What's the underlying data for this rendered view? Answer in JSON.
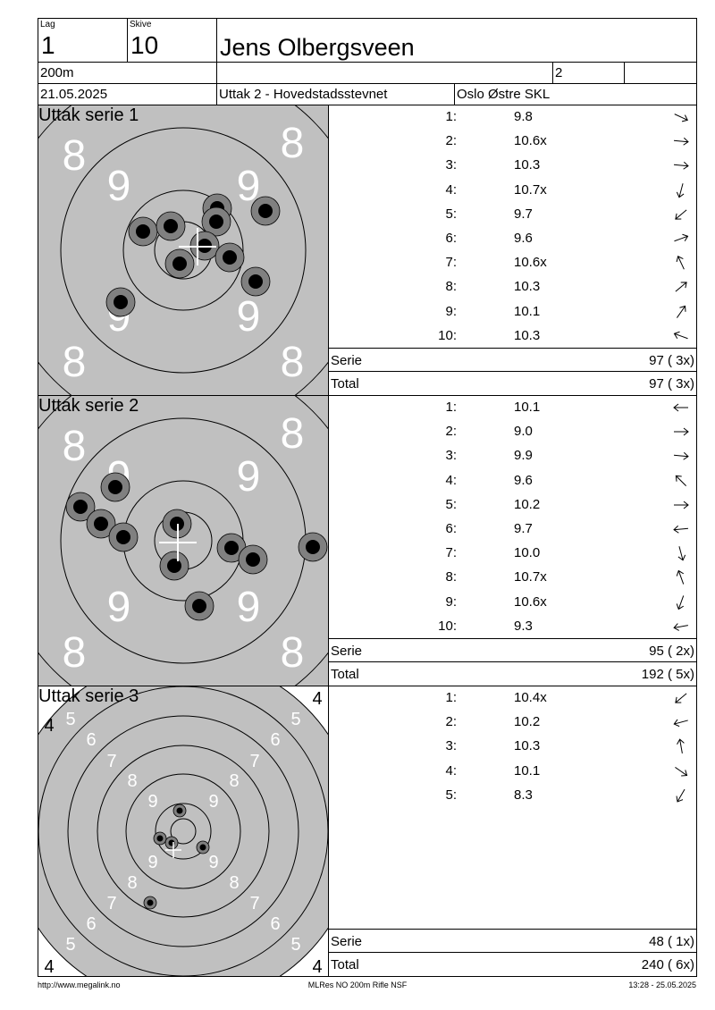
{
  "header": {
    "lag_label": "Lag",
    "lag_value": "1",
    "skive_label": "Skive",
    "skive_value": "10",
    "shooter_name": "Jens Olbergsveen",
    "distance": "200m",
    "class_value": "2",
    "date": "21.05.2025",
    "event": "Uttak 2 - Hovedstadsstevnet",
    "club": "Oslo Østre SKL"
  },
  "series": [
    {
      "title": "Uttak serie 1",
      "shots": [
        {
          "n": "1:",
          "v": "9.8",
          "dir": 25
        },
        {
          "n": "2:",
          "v": "10.6x",
          "dir": 5
        },
        {
          "n": "3:",
          "v": "10.3",
          "dir": 5
        },
        {
          "n": "4:",
          "v": "10.7x",
          "dir": 105
        },
        {
          "n": "5:",
          "v": "9.7",
          "dir": 140
        },
        {
          "n": "6:",
          "v": "9.6",
          "dir": -20
        },
        {
          "n": "7:",
          "v": "10.6x",
          "dir": -115
        },
        {
          "n": "8:",
          "v": "10.3",
          "dir": -40
        },
        {
          "n": "9:",
          "v": "10.1",
          "dir": -55
        },
        {
          "n": "10:",
          "v": "10.3",
          "dir": -160
        }
      ],
      "serie_label": "Serie",
      "serie_value": "97 ( 3x)",
      "total_label": "Total",
      "total_value": "97 ( 3x)"
    },
    {
      "title": "Uttak serie 2",
      "shots": [
        {
          "n": "1:",
          "v": "10.1",
          "dir": 180
        },
        {
          "n": "2:",
          "v": "9.0",
          "dir": 0
        },
        {
          "n": "3:",
          "v": "9.9",
          "dir": 5
        },
        {
          "n": "4:",
          "v": "9.6",
          "dir": -135
        },
        {
          "n": "5:",
          "v": "10.2",
          "dir": 0
        },
        {
          "n": "6:",
          "v": "9.7",
          "dir": 175
        },
        {
          "n": "7:",
          "v": "10.0",
          "dir": 75
        },
        {
          "n": "8:",
          "v": "10.7x",
          "dir": -110
        },
        {
          "n": "9:",
          "v": "10.6x",
          "dir": 110
        },
        {
          "n": "10:",
          "v": "9.3",
          "dir": 170
        }
      ],
      "serie_label": "Serie",
      "serie_value": "95 ( 2x)",
      "total_label": "Total",
      "total_value": "192 ( 5x)"
    },
    {
      "title": "Uttak serie 3",
      "shots": [
        {
          "n": "1:",
          "v": "10.4x",
          "dir": 140
        },
        {
          "n": "2:",
          "v": "10.2",
          "dir": 165
        },
        {
          "n": "3:",
          "v": "10.3",
          "dir": -100
        },
        {
          "n": "4:",
          "v": "10.1",
          "dir": 35
        },
        {
          "n": "5:",
          "v": "8.3",
          "dir": 120
        }
      ],
      "serie_label": "Serie",
      "serie_value": "48 ( 1x)",
      "total_label": "Total",
      "total_value": "240 ( 6x)"
    }
  ],
  "ring_labels": {
    "zoomed_outer": "8",
    "zoomed_inner": "9",
    "full": [
      "4",
      "5",
      "6",
      "7",
      "8",
      "9"
    ]
  },
  "footer": {
    "left": "http://www.megalink.no",
    "center": "MLRes NO 200m Rifle NSF",
    "right": "13:28 - 25.05.2025"
  },
  "colors": {
    "target_gray": "#c0c0c0",
    "shot_ring": "#808080",
    "shot_center": "#000000",
    "ring_number": "#ffffff"
  }
}
